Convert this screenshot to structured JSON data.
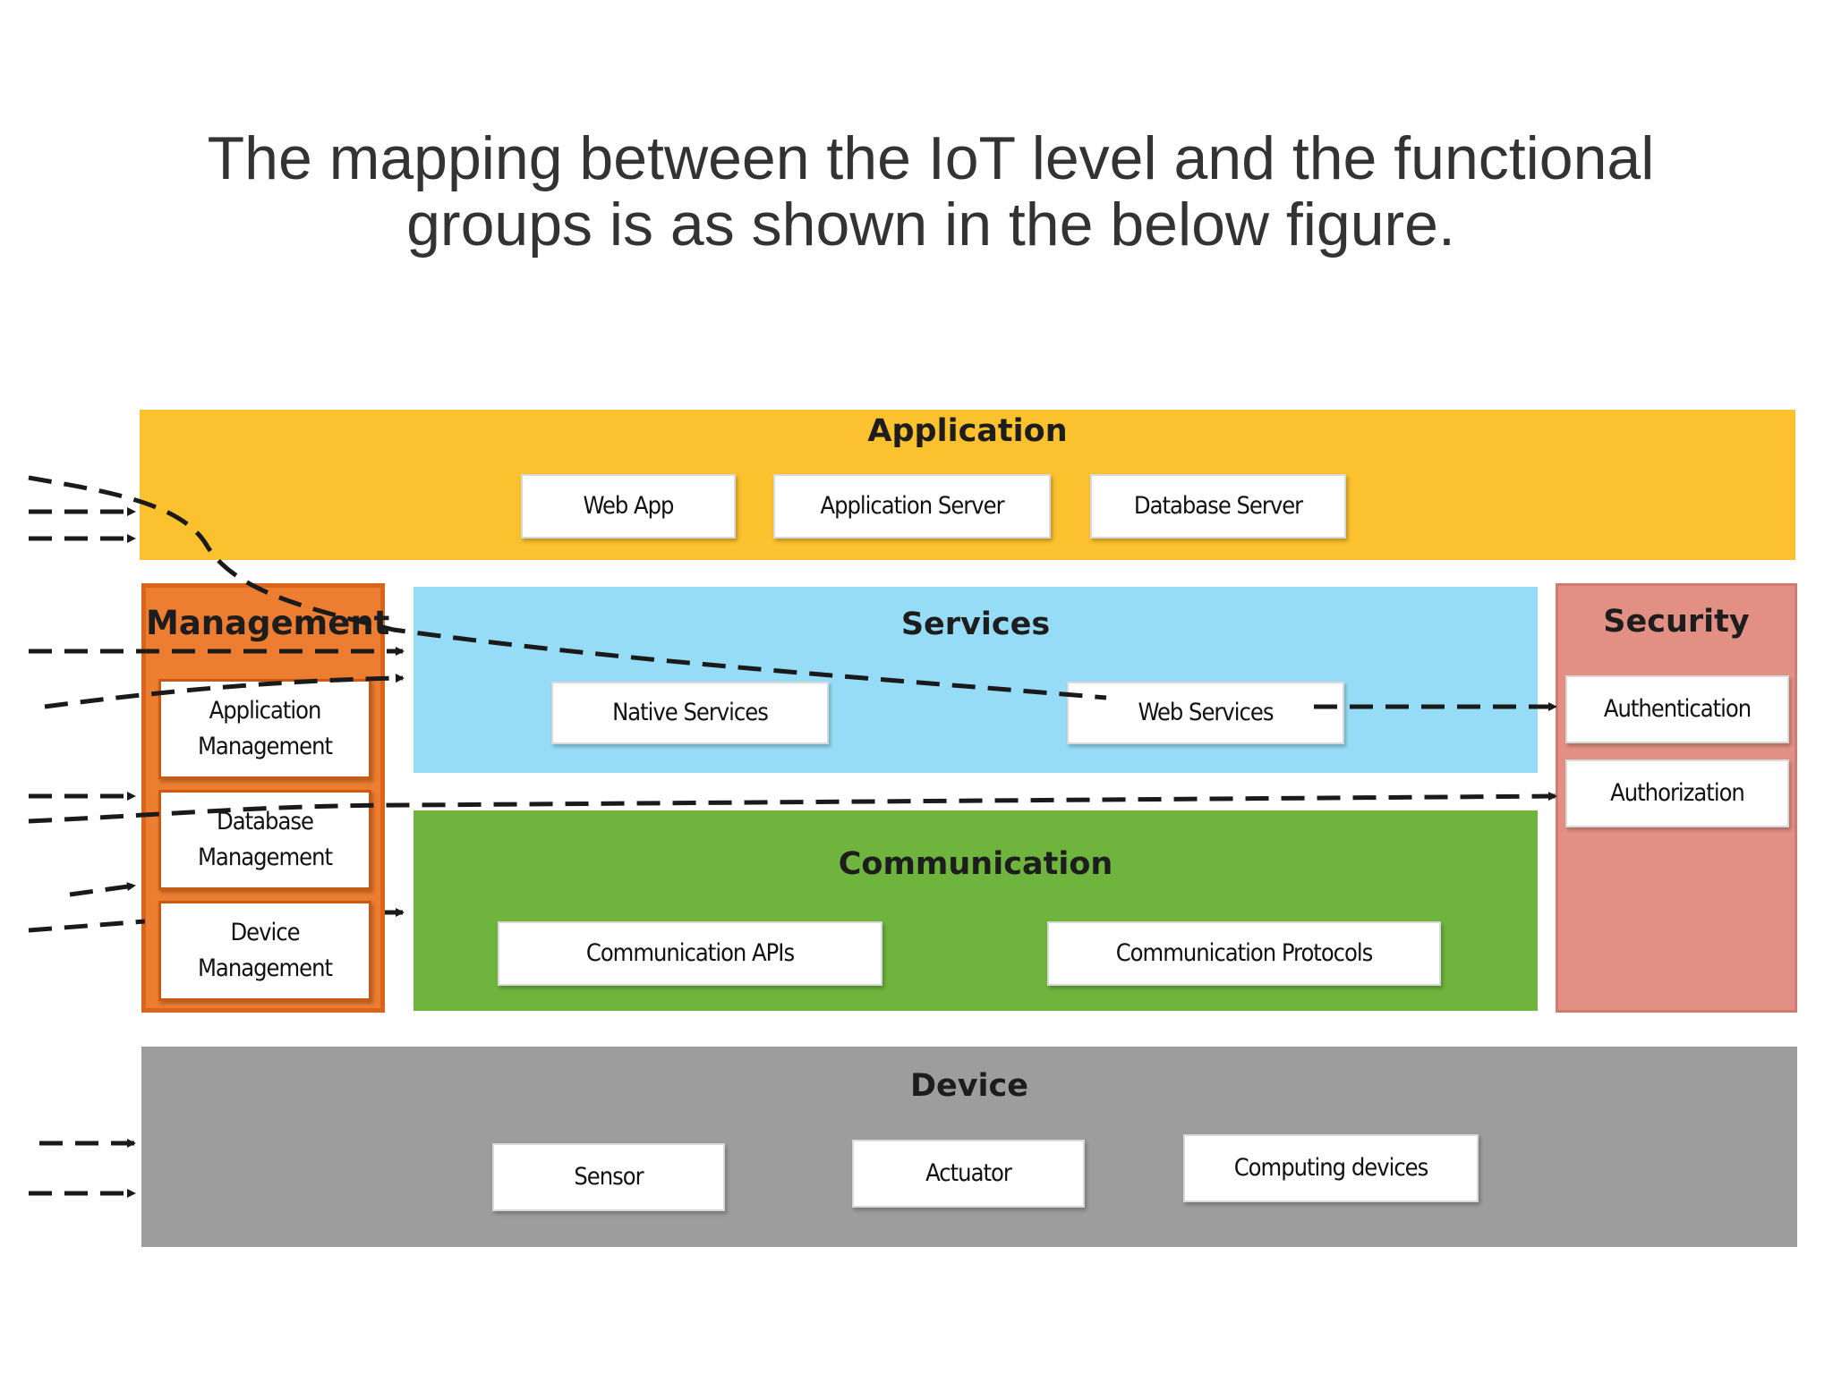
{
  "caption": {
    "line1": "The mapping between the IoT level and the functional",
    "line2": "groups is as shown in the below figure."
  },
  "diagram": {
    "application": {
      "title": "Application",
      "items": [
        "Web App",
        "Application Server",
        "Database Server"
      ]
    },
    "management": {
      "title": "Management",
      "items": [
        "Application Management",
        "Database Management",
        "Device Management"
      ]
    },
    "services": {
      "title": "Services",
      "items": [
        "Native Services",
        "Web Services"
      ]
    },
    "communication": {
      "title": "Communication",
      "items": [
        "Communication APIs",
        "Communication Protocols"
      ]
    },
    "security": {
      "title": "Security",
      "items": [
        "Authentication",
        "Authorization"
      ]
    },
    "device": {
      "title": "Device",
      "items": [
        "Sensor",
        "Actuator",
        "Computing devices"
      ]
    },
    "colors": {
      "application": "#fbc12e",
      "management": "#ed7d31",
      "services": "#97dcf6",
      "communication": "#6fb43c",
      "security": "#e39084",
      "device": "#9d9d9d",
      "connector": "#1a1a1a"
    }
  }
}
